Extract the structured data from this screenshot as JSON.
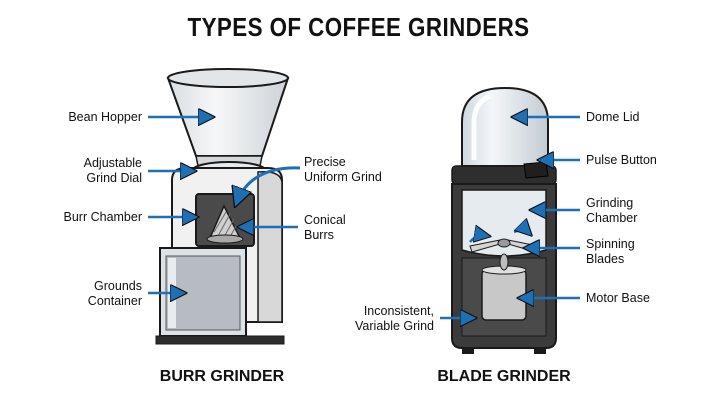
{
  "title": "TYPES OF COFFEE GRINDERS",
  "burr": {
    "caption": "BURR GRINDER",
    "labels": {
      "bean_hopper": "Bean Hopper",
      "adjustable_grind_dial": "Adjustable\nGrind Dial",
      "burr_chamber": "Burr Chamber",
      "grounds_container": "Grounds\nContainer",
      "precise_uniform_grind": "Precise\nUniform Grind",
      "conical_burrs": "Conical\nBurrs"
    }
  },
  "blade": {
    "caption": "BLADE GRINDER",
    "labels": {
      "dome_lid": "Dome Lid",
      "pulse_button": "Pulse Button",
      "grinding_chamber": "Grinding\nChamber",
      "spinning_blades": "Spinning\nBlades",
      "motor_base": "Motor Base",
      "inconsistent_variable_grind": "Inconsistent,\nVariable Grind"
    }
  },
  "colors": {
    "arrow": "#1f6fb5",
    "outline": "#1a1a1a",
    "body_light": "#f2f2f2",
    "glass": "#e9eef2",
    "dark_body": "#3a3a3a"
  }
}
